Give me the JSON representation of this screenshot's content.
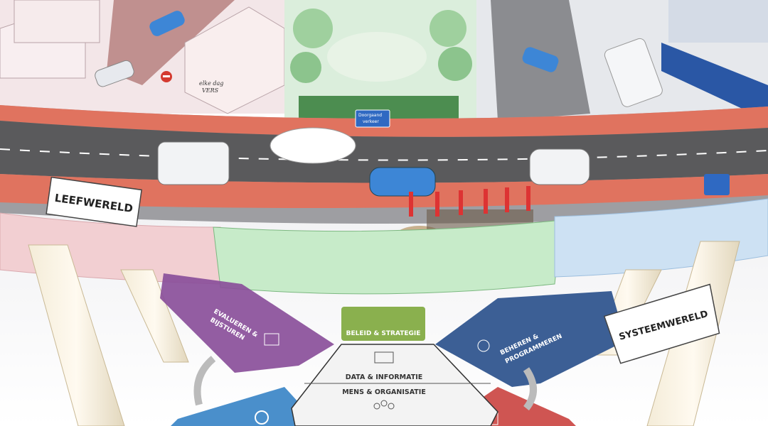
{
  "signs": {
    "leefwereld": "LEEFWERELD",
    "systeemwereld": "SYSTEEMWERELD",
    "doorgaand_line1": "Doorgaand",
    "doorgaand_line2": "verkeer",
    "shop_line1": "elke dag",
    "shop_line2": "VERS"
  },
  "segments": {
    "evalueren_line1": "EVALUEREN &",
    "evalueren_line2": "BIJSTUREN",
    "beleid": "BELEID & STRATEGIE",
    "beheren_line1": "BEHEREN &",
    "beheren_line2": "PROGRAMMEREN",
    "data": "DATA & INFORMATIE",
    "mens": "MENS & ORGANISATIE"
  },
  "colors": {
    "purple": "#8a4f9a",
    "green": "#8ab04e",
    "blue": "#3c5f95",
    "light_blue": "#4a8fcb",
    "red": "#cf5552",
    "bike_lane": "#e0735f",
    "road": "#5a5a5c"
  }
}
